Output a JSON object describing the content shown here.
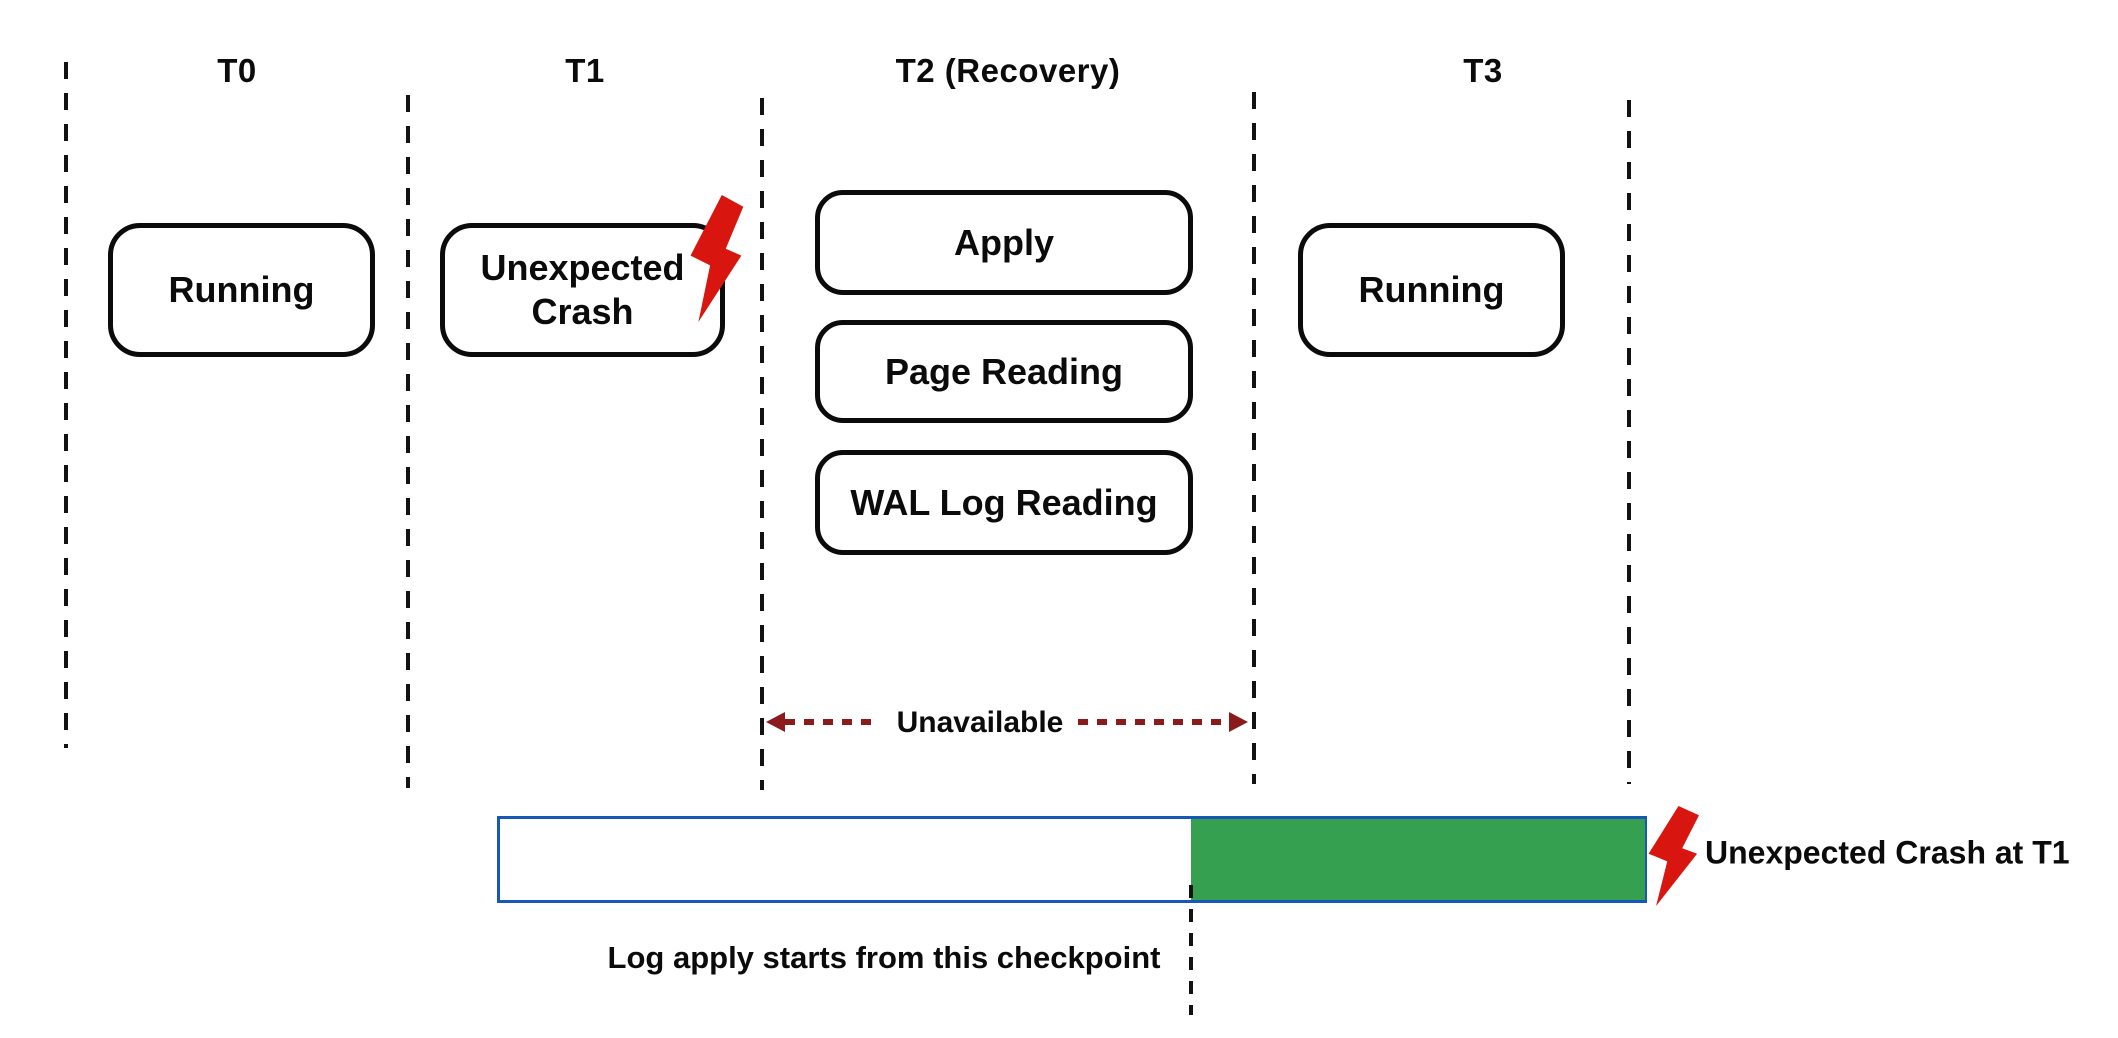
{
  "timeline": {
    "columns": [
      {
        "label": "T0"
      },
      {
        "label": "T1"
      },
      {
        "label": "T2 (Recovery)"
      },
      {
        "label": "T3"
      }
    ]
  },
  "nodes": {
    "t0_state": "Running",
    "t1_state": {
      "text": "Unexpected Crash",
      "lines": [
        "Unexpected",
        "Crash"
      ]
    },
    "t2_steps": [
      "Apply",
      "Page Reading",
      "WAL Log Reading"
    ],
    "t3_state": "Running"
  },
  "annotations": {
    "unavailable": "Unavailable",
    "checkpoint_note": "Log apply starts from this checkpoint",
    "crash_note": "Unexpected Crash at T1"
  },
  "icons": {
    "crash_bolt": "lightning-bolt",
    "bar_bolt": "lightning-bolt"
  },
  "colors": {
    "bolt_red": "#d9150f",
    "arrow_dark_red": "#8b1a1a",
    "bar_green": "#35a050",
    "bar_border_blue": "#1757b5",
    "line_black": "#121212"
  }
}
